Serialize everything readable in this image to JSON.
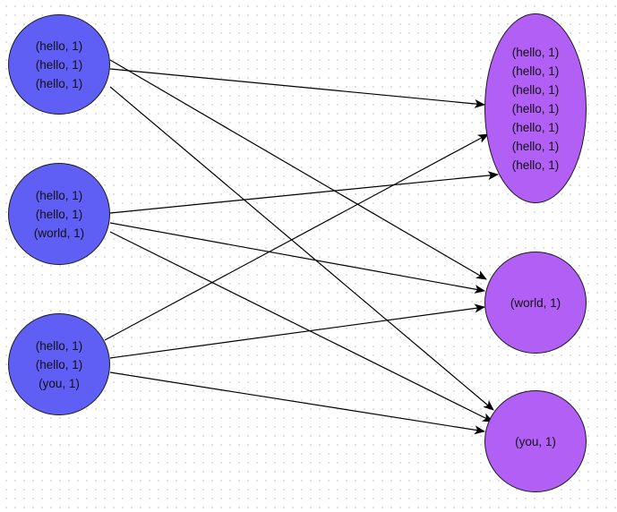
{
  "colors": {
    "map_fill": "#5f5ff6",
    "reduce_fill": "#b25ff6",
    "edge": "#000000"
  },
  "map_nodes": [
    {
      "id": "m1",
      "lines": [
        "(hello, 1)",
        "(hello, 1)",
        "(hello, 1)"
      ]
    },
    {
      "id": "m2",
      "lines": [
        "(hello, 1)",
        "(hello, 1)",
        "(world, 1)"
      ]
    },
    {
      "id": "m3",
      "lines": [
        "(hello, 1)",
        "(hello, 1)",
        "(you, 1)"
      ]
    }
  ],
  "reduce_nodes": [
    {
      "id": "r1",
      "lines": [
        "(hello, 1)",
        "(hello, 1)",
        "(hello, 1)",
        "(hello, 1)",
        "(hello, 1)",
        "(hello, 1)",
        "(hello, 1)"
      ]
    },
    {
      "id": "r2",
      "lines": [
        "(world, 1)"
      ]
    },
    {
      "id": "r3",
      "lines": [
        "(you, 1)"
      ]
    }
  ],
  "edges": [
    {
      "from": "m1",
      "to": "r1"
    },
    {
      "from": "m1",
      "to": "r2"
    },
    {
      "from": "m1",
      "to": "r3"
    },
    {
      "from": "m2",
      "to": "r1"
    },
    {
      "from": "m2",
      "to": "r2"
    },
    {
      "from": "m2",
      "to": "r3"
    },
    {
      "from": "m3",
      "to": "r1"
    },
    {
      "from": "m3",
      "to": "r2"
    },
    {
      "from": "m3",
      "to": "r3"
    }
  ]
}
